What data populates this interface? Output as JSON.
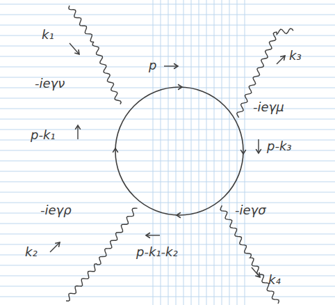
{
  "diagram": {
    "labels": [
      "k₁",
      "-ieγν",
      "p-k₁",
      "p",
      "k₃",
      "-ieγμ",
      "p-k₃",
      "-ieγρ",
      "-ieγσ",
      "k₂",
      "k₄",
      "p-k₁-k₂"
    ]
  }
}
